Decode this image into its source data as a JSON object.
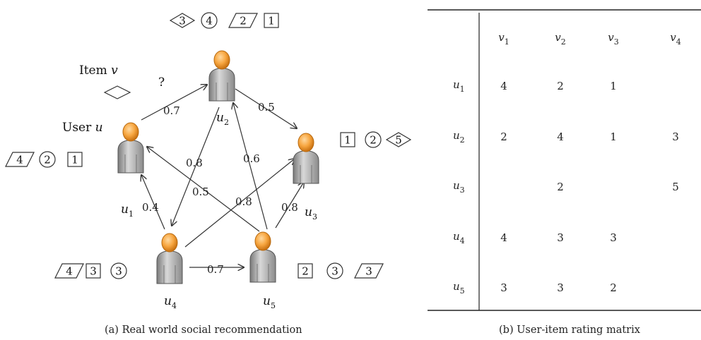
{
  "graph": {
    "users": [
      {
        "id": "u1",
        "label": "u",
        "sub": "1"
      },
      {
        "id": "u2",
        "label": "u",
        "sub": "2"
      },
      {
        "id": "u3",
        "label": "u",
        "sub": "3"
      },
      {
        "id": "u4",
        "label": "u",
        "sub": "4"
      },
      {
        "id": "u5",
        "label": "u",
        "sub": "5"
      }
    ],
    "edges": [
      {
        "from": "u1",
        "to": "u2",
        "weight": "0.7"
      },
      {
        "from": "u2",
        "to": "u3",
        "weight": "0.5"
      },
      {
        "from": "u2",
        "to": "u4",
        "weight": "0.8"
      },
      {
        "from": "u5",
        "to": "u2",
        "weight": "0.6"
      },
      {
        "from": "u5",
        "to": "u1",
        "weight": "0.5"
      },
      {
        "from": "u4",
        "to": "u3",
        "weight": "0.8"
      },
      {
        "from": "u4",
        "to": "u1",
        "weight": "0.4"
      },
      {
        "from": "u5",
        "to": "u3",
        "weight": "0.8"
      },
      {
        "from": "u4",
        "to": "u5",
        "weight": "0.7"
      }
    ],
    "legend": {
      "item_label": "Item",
      "item_var": "v",
      "unknown": "?",
      "user_label": "User",
      "user_var": "u"
    },
    "ratings": {
      "u1": [
        {
          "shape": "parallelogram",
          "value": "4"
        },
        {
          "shape": "circle",
          "value": "2"
        },
        {
          "shape": "square",
          "value": "1"
        }
      ],
      "u2": [
        {
          "shape": "diamond",
          "value": "3"
        },
        {
          "shape": "circle",
          "value": "4"
        },
        {
          "shape": "parallelogram",
          "value": "2"
        },
        {
          "shape": "square",
          "value": "1"
        }
      ],
      "u3": [
        {
          "shape": "square",
          "value": "1"
        },
        {
          "shape": "circle",
          "value": "2"
        },
        {
          "shape": "diamond",
          "value": "5"
        }
      ],
      "u4": [
        {
          "shape": "parallelogram",
          "value": "4"
        },
        {
          "shape": "square",
          "value": "3"
        },
        {
          "shape": "circle",
          "value": "3"
        }
      ],
      "u5": [
        {
          "shape": "square",
          "value": "2"
        },
        {
          "shape": "circle",
          "value": "3"
        },
        {
          "shape": "parallelogram",
          "value": "3"
        }
      ]
    },
    "caption": "(a)  Real world social recommendation"
  },
  "matrix": {
    "columns": [
      {
        "var": "v",
        "sub": "1"
      },
      {
        "var": "v",
        "sub": "2"
      },
      {
        "var": "v",
        "sub": "3"
      },
      {
        "var": "v",
        "sub": "4"
      }
    ],
    "rows": [
      {
        "var": "u",
        "sub": "1",
        "cells": [
          "4",
          "2",
          "1",
          ""
        ]
      },
      {
        "var": "u",
        "sub": "2",
        "cells": [
          "2",
          "4",
          "1",
          "3"
        ]
      },
      {
        "var": "u",
        "sub": "3",
        "cells": [
          "",
          "2",
          "",
          "5"
        ]
      },
      {
        "var": "u",
        "sub": "4",
        "cells": [
          "4",
          "3",
          "3",
          ""
        ]
      },
      {
        "var": "u",
        "sub": "5",
        "cells": [
          "3",
          "3",
          "2",
          ""
        ]
      }
    ],
    "caption": "(b)  User-item rating matrix"
  }
}
